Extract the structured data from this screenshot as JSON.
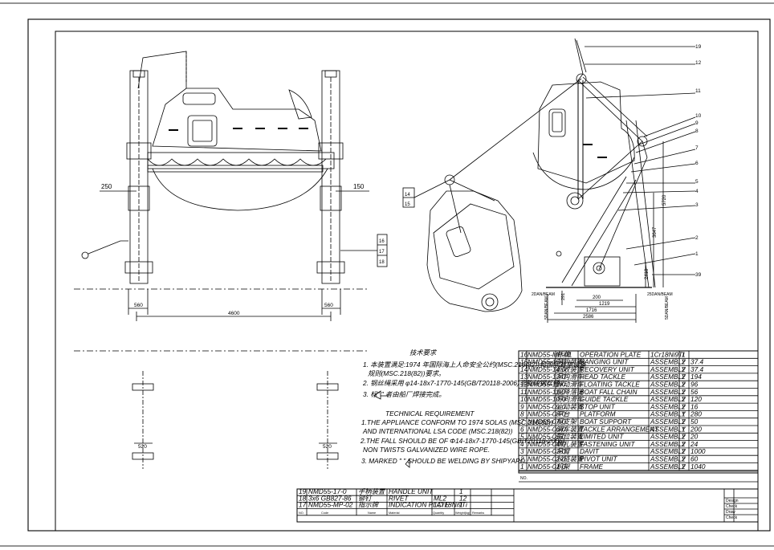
{
  "dimensions": {
    "left": {
      "w1": "560",
      "w2": "560",
      "span": "4600",
      "w3": "520",
      "w4": "520"
    },
    "right": {
      "d1": "200",
      "d2": "1219",
      "d3": "1716",
      "d4": "2586",
      "v1": "2410",
      "v2": "3647",
      "v3": "5720",
      "h1": "291"
    },
    "beams_left": [
      "2DAN/BEAM",
      "5DAN/BEAM"
    ],
    "beams_right": [
      "25DAN/BEAM",
      "5DAN/BEAM"
    ]
  },
  "section_marks": {
    "s250": "250",
    "s150": "150"
  },
  "balloons": [
    "19",
    "12",
    "11",
    "10",
    "9",
    "8",
    "7",
    "6",
    "5",
    "4",
    "3",
    "2",
    "1",
    "39"
  ],
  "side_marks": [
    "16",
    "17",
    "18"
  ],
  "left_marks": [
    "14",
    "15"
  ],
  "notes_cn": {
    "title": "技术要求",
    "l1": "1. 本装置满足:1974 年国际海上人命安全公约(MSC.216(82))和国际救生设备",
    "l1b": "规则(MSC.218(82))要求。",
    "l2": "2. 钢丝绳采用 φ14-18x7-1770-145(GB/T20118-2006)非旋转钢丝绳。",
    "l3": "3. 标\" \" 者由船厂焊接完成。"
  },
  "notes_en": {
    "title": "TECHNICAL REQUIREMENT",
    "l1": "1.THE APPLIANCE CONFORM TO 1974 SOLAS (MSC.216(82))",
    "l1b": "AND INTERNATIONAL LSA CODE (MSC.218(82))",
    "l2": "2.THE FALL SHOULD BE OF Φ14-18x7-1770-145(GB/T20118-2006)",
    "l2b": "NON TWISTS GALVANIZED WIRE ROPE.",
    "l3": "3. MARKED \" \" SHOULD BE WELDING BY SHIPYARD."
  },
  "parts_list": [
    {
      "no": "16",
      "code": "NMD55-MP-01",
      "cn": "标牌",
      "name": "OPERATION PLATE",
      "mat": "1Cr18Ni9Ti",
      "qty": "1",
      "wt": ""
    },
    {
      "no": "15",
      "code": "NMD55-15-0",
      "cn": "吊钩装置",
      "name": "HANGING UNIT",
      "mat": "ASSEMBLY",
      "qty": "2",
      "wt": "37.4"
    },
    {
      "no": "14",
      "code": "NMD55-14-0",
      "cn": "回收装置",
      "name": "RECOVERY UNIT",
      "mat": "ASSEMBLY",
      "qty": "2",
      "wt": "37.4"
    },
    {
      "no": "13",
      "code": "NMD55-13-0",
      "cn": "吊钩滑车",
      "name": "HEAD TACKLE",
      "mat": "ASSEMBLY",
      "qty": "2",
      "wt": "194"
    },
    {
      "no": "12",
      "code": "NMD55-12-0",
      "cn": "浮动滑车",
      "name": "FLOATING TACKLE",
      "mat": "ASSEMBLY",
      "qty": "2",
      "wt": "96"
    },
    {
      "no": "11",
      "code": "NMD55-11-0",
      "cn": "艇降落链",
      "name": "BOAT FALL CHAIN",
      "mat": "ASSEMBLY",
      "qty": "2",
      "wt": "56"
    },
    {
      "no": "10",
      "code": "NMD55-10-0",
      "cn": "导向滑车",
      "name": "GUIDE TACKLE",
      "mat": "ASSEMBLY",
      "qty": "2",
      "wt": "120"
    },
    {
      "no": "9",
      "code": "NMD55-09-0",
      "cn": "止动装置",
      "name": "STOP UNIT",
      "mat": "ASSEMBLY",
      "qty": "2",
      "wt": "16"
    },
    {
      "no": "8",
      "code": "NMD55-08-0",
      "cn": "平台",
      "name": "PLATFORM",
      "mat": "ASSEMBLY",
      "qty": "1",
      "wt": "280"
    },
    {
      "no": "7",
      "code": "NMD55-07-0",
      "cn": "艇支架",
      "name": "BOAT SUPPORT",
      "mat": "ASSEMBLY",
      "qty": "2",
      "wt": "50"
    },
    {
      "no": "6",
      "code": "NMD55-06-0",
      "cn": "滑车装置",
      "name": "TACKLE ARRANGEMENT",
      "mat": "ASSEMBLY",
      "qty": "1",
      "wt": "200"
    },
    {
      "no": "5",
      "code": "NMD55-05-0",
      "cn": "限位装置",
      "name": "LIMITED UNIT",
      "mat": "ASSEMBLY",
      "qty": "2",
      "wt": "20"
    },
    {
      "no": "4",
      "code": "NMD55-04-0",
      "cn": "绑扎装置",
      "name": "FASTENING UNIT",
      "mat": "ASSEMBLY",
      "qty": "2",
      "wt": "24"
    },
    {
      "no": "3",
      "code": "NMD55-03-0",
      "cn": "吊臂",
      "name": "DAVIT",
      "mat": "ASSEMBLY",
      "qty": "2",
      "wt": "1000"
    },
    {
      "no": "2",
      "code": "NMD55-02-0",
      "cn": "铰链装置",
      "name": "PIVOT UNIT",
      "mat": "ASSEMBLY",
      "qty": "2",
      "wt": "60"
    },
    {
      "no": "1",
      "code": "NMD55-01-0",
      "cn": "机架",
      "name": "FRAME",
      "mat": "ASSEMBLY",
      "qty": "2",
      "wt": "1040"
    }
  ],
  "parts_list_footer": "NO.",
  "bottom_list": [
    {
      "no": "19",
      "code": "NMD55-17-0",
      "cn": "手柄装置",
      "name": "HANDLE UNIT",
      "mat": "",
      "qty": "1",
      "wt": ""
    },
    {
      "no": "18",
      "code": "3x6   GB827-86",
      "cn": "铆钉",
      "name": "RIVET",
      "mat": "ML2",
      "qty": "12",
      "wt": ""
    },
    {
      "no": "17",
      "code": "NMD55-MP-02",
      "cn": "指示牌",
      "name": "INDICATION PLATE",
      "mat": "1Cr18Ni9Ti",
      "qty": "1",
      "wt": ""
    }
  ],
  "bottom_headers": [
    "NO.",
    "Code",
    "Name",
    "Material",
    "Quantity",
    "Weight(kg)",
    "Remarks"
  ],
  "title_block": [
    "Design",
    "Check",
    "Draw",
    "Check"
  ]
}
